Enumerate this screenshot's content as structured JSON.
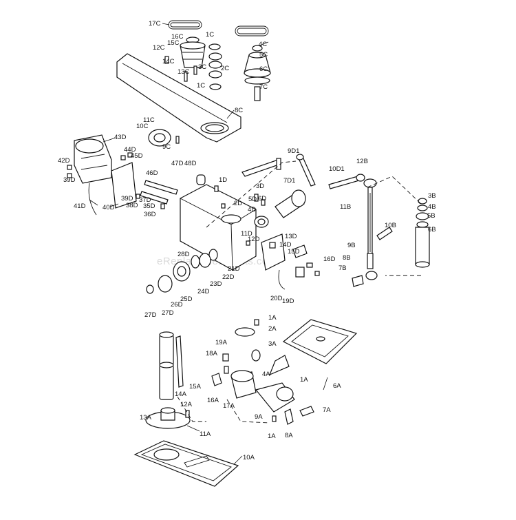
{
  "watermark": "eReplacementParts.com",
  "labels": [
    "17C",
    "16C",
    "15C",
    "12C",
    "1C",
    "4C",
    "5C",
    "14C",
    "13C",
    "3C",
    "2C",
    "6C",
    "1C",
    "7C",
    "8C",
    "11C",
    "10C",
    "9C",
    "43D",
    "44D",
    "45D",
    "42D",
    "39D",
    "41D",
    "40D",
    "46D",
    "47D",
    "48D",
    "39D",
    "38D",
    "37D",
    "35D",
    "36D",
    "1D",
    "2D",
    "3D",
    "9D1",
    "7D1",
    "10D1",
    "12B",
    "5D",
    "6D",
    "4D",
    "11D",
    "12D",
    "13D",
    "14D",
    "15D",
    "16D",
    "28D",
    "21D",
    "22D",
    "23D",
    "24D",
    "25D",
    "26D",
    "27D",
    "27D",
    "20D",
    "19D",
    "11B",
    "10B",
    "9B",
    "8B",
    "7B",
    "3B",
    "4B",
    "5B",
    "6B",
    "1A",
    "2A",
    "3A",
    "19A",
    "18A",
    "4A",
    "1A",
    "6A",
    "16A",
    "15A",
    "14A",
    "17A",
    "12A",
    "13A",
    "11A",
    "9A",
    "1A",
    "8A",
    "7A",
    "10A"
  ]
}
